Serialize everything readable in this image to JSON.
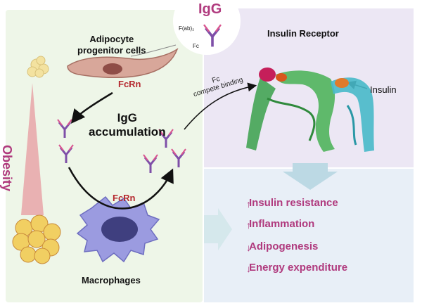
{
  "igg_title": "IgG",
  "igg_parts": {
    "fab": "F(ab)₂",
    "fc": "Fc"
  },
  "progenitor": {
    "line1": "Adipocyte",
    "line2": "progenitor cells"
  },
  "fcrn_top": "FcRn",
  "fcrn_bottom": "FcRn",
  "accumulation": {
    "line1": "IgG",
    "line2": "accumulation"
  },
  "macrophages": "Macrophages",
  "obesity": "Obesity",
  "receptor_title": "Insulin Receptor",
  "insulin": "Insulin",
  "compete": {
    "line1": "Fc",
    "line2": "compete binding"
  },
  "effects": [
    {
      "direction": "up",
      "label": "Insulin resistance"
    },
    {
      "direction": "up",
      "label": "Inflammation"
    },
    {
      "direction": "down",
      "label": "Adipogenesis"
    },
    {
      "direction": "down",
      "label": "Energy expenditure"
    }
  ],
  "colors": {
    "accent": "#b03a7e",
    "fcrn": "#b5292f",
    "antibody_purple": "#7e4fa8",
    "antibody_pink": "#d9558f",
    "fibroblast": "#d8a79a",
    "macrophage": "#8d8fd6",
    "protein_green": "#3aa04a",
    "protein_cyan": "#48b9c9"
  },
  "icons": [
    "antibody-icon",
    "adipocyte-cell-icon",
    "macrophage-icon",
    "fat-cluster-icon",
    "protein-structure-icon"
  ]
}
